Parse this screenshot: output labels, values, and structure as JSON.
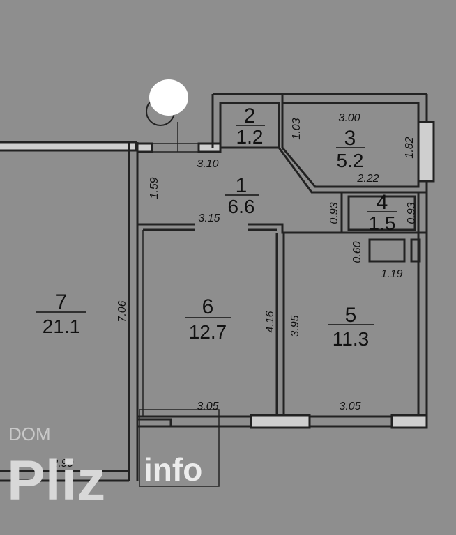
{
  "rooms": [
    {
      "number": "1",
      "area": "6.6"
    },
    {
      "number": "2",
      "area": "1.2"
    },
    {
      "number": "3",
      "area": "5.2"
    },
    {
      "number": "4",
      "area": "1.5"
    },
    {
      "number": "5",
      "area": "11.3"
    },
    {
      "number": "6",
      "area": "12.7"
    },
    {
      "number": "7",
      "area": "21.1"
    }
  ],
  "dimensions": {
    "d_310": "3.10",
    "d_159": "1.59",
    "d_315": "3.15",
    "d_103": "1.03",
    "d_300": "3.00",
    "d_182": "1.82",
    "d_222": "2.22",
    "d_093a": "0.93",
    "d_093b": "0.93",
    "d_060": "0.60",
    "d_119": "1.19",
    "d_706": "7.06",
    "d_416": "4.16",
    "d_395": "3.95",
    "d_305a": "3.05",
    "d_305b": "3.05",
    "d_299": "2.99"
  },
  "watermark": {
    "small": "DOM",
    "big": "Pliz",
    "info": "info"
  },
  "colors": {
    "background": "#8e8e8e",
    "wall": "#222222",
    "wall_fill": "#cfcfcf"
  }
}
